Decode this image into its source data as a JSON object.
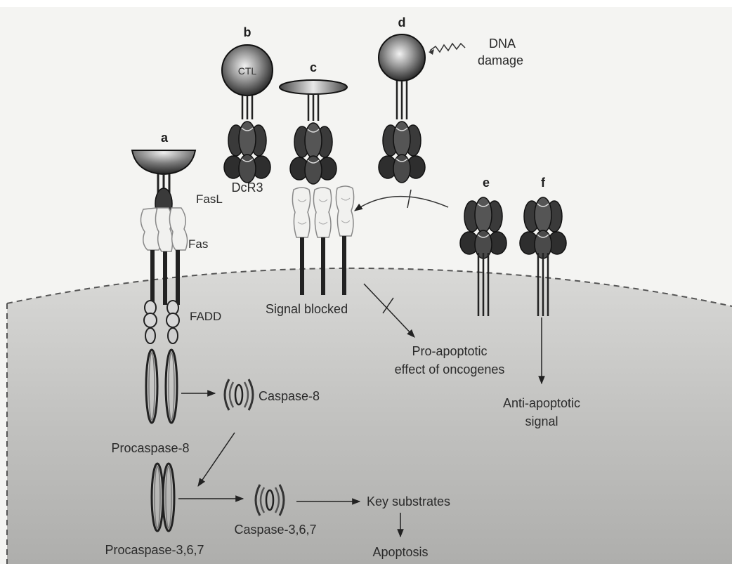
{
  "panel_letters": {
    "a": "a",
    "b": "b",
    "c": "c",
    "d": "d",
    "e": "e",
    "f": "f"
  },
  "labels": {
    "ctl": "CTL",
    "dna_damage_line1": "DNA",
    "dna_damage_line2": "damage",
    "fasl": "FasL",
    "dcr3": "DcR3",
    "fas": "Fas",
    "fadd": "FADD",
    "signal_blocked": "Signal blocked",
    "pro_apoptotic_line1": "Pro-apoptotic",
    "pro_apoptotic_line2": "effect of oncogenes",
    "caspase8": "Caspase-8",
    "procaspase8": "Procaspase-8",
    "anti_apoptotic_line1": "Anti-apoptotic",
    "anti_apoptotic_line2": "signal",
    "caspase367": "Caspase-3,6,7",
    "procaspase367": "Procaspase-3,6,7",
    "key_substrates": "Key substrates",
    "apoptosis": "Apoptosis"
  }
}
